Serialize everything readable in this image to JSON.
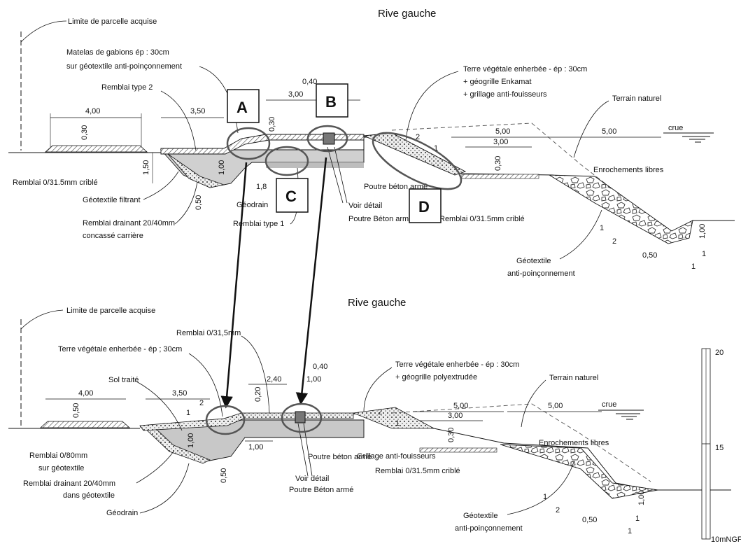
{
  "sections": [
    {
      "title": "Rive gauche",
      "labels": {
        "limite": "Limite de parcelle acquise",
        "matelas_1": "Matelas de gabions ép : 30cm",
        "matelas_2": "sur géotextile anti-poinçonnement",
        "remblai_type2": "Remblai type 2",
        "terre_1": "Terre végétale enherbée - ép : 30cm",
        "terre_2": "+ géogrille Enkamat",
        "terre_3": "+ grillage anti-fouisseurs",
        "terrain": "Terrain naturel",
        "crue": "crue",
        "remblai_criblé_left": "Remblai 0/31.5mm criblé",
        "geotextile_filtrant": "Géotextile filtrant",
        "drainant_1": "Remblai drainant 20/40mm",
        "drainant_2": "concassé carrière",
        "geodrain": "Géodrain",
        "remblai_type1": "Remblai type 1",
        "poutre": "Poutre béton armé",
        "voir_1": "Voir détail",
        "voir_2": "Poutre Béton armé",
        "remblai_criblé_right": "Remblai 0/31.5mm criblé",
        "enrochements": "Enrochements libres",
        "geotextile_anti_1": "Géotextile",
        "geotextile_anti_2": "anti-poinçonnement"
      },
      "dims": {
        "d400": "4,00",
        "d030a": "0,30",
        "d350": "3,50",
        "d300": "3,00",
        "d040": "0,40",
        "d030b": "0,30",
        "d150": "1,50",
        "d100": "1,00",
        "d050": "0,50",
        "d18": "1,8",
        "d500a": "5,00",
        "d300b": "3,00",
        "d030c": "0,30",
        "d500b": "5,00",
        "slope2": "2",
        "slope1": "1",
        "s1": "1",
        "s2": "2",
        "d100r": "1,00",
        "d050r": "0,50",
        "s1b": "1",
        "s1c": "1"
      }
    },
    {
      "title": "Rive gauche",
      "labels": {
        "limite": "Limite de parcelle acquise",
        "remblai_0315": "Remblai 0/31,5mm",
        "terre_left": "Terre végétale enherbée - ép ; 30cm",
        "sol": "Sol traité",
        "terre_1": "Terre végétale enherbée - ép : 30cm",
        "terre_2": "+ géogrille polyextrudée",
        "terrain": "Terrain naturel",
        "crue": "crue",
        "remblai_080_1": "Remblai 0/80mm",
        "remblai_080_2": "sur géotextile",
        "drainant_1": "Remblai drainant 20/40mm",
        "drainant_2": "dans géotextile",
        "geodrain": "Géodrain",
        "poutre": "Poutre béton armé",
        "voir_1": "Voir détail",
        "voir_2": "Poutre Béton armé",
        "grillage": "Grillage anti-fouisseurs",
        "remblai_criblé": "Remblai 0/31.5mm criblé",
        "enrochements": "Enrochements libres",
        "geotextile_anti_1": "Géotextile",
        "geotextile_anti_2": "anti-poinçonnement"
      },
      "dims": {
        "d400": "4,00",
        "d050a": "0,50",
        "d350": "3,50",
        "d020": "0,20",
        "d240": "2,40",
        "d040": "0,40",
        "d100a": "1,00",
        "d100b": "1,00",
        "d100c": "1,00",
        "d050b": "0,50",
        "d500a": "5,00",
        "d300": "3,00",
        "d030": "0,30",
        "d500b": "5,00",
        "sl1": "1",
        "sl2": "2",
        "sr2": "2",
        "sr1": "1",
        "s1": "1",
        "s2": "2",
        "d100r": "1,00",
        "d050r": "0,50",
        "s1b": "1",
        "s1c": "1"
      }
    }
  ],
  "callouts": [
    "A",
    "B",
    "C",
    "D"
  ],
  "scale": {
    "top": "20",
    "mid": "15",
    "bottom": "10mNGF"
  }
}
